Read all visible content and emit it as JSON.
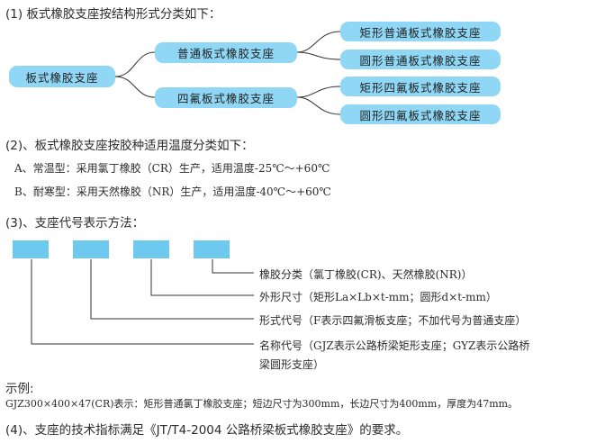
{
  "section1": {
    "heading": "(1) 板式橡胶支座按结构形式分类如下：",
    "root": "板式橡胶支座",
    "branches": [
      {
        "label": "普通板式橡胶支座",
        "children": [
          "矩形普通板式橡胶支座",
          "圆形普通板式橡胶支座"
        ]
      },
      {
        "label": "四氟板式橡胶支座",
        "children": [
          "矩形四氟板式橡胶支座",
          "圆形四氟板式橡胶支座"
        ]
      }
    ]
  },
  "section2": {
    "heading": "(2)、板式橡胶支座按胶种适用温度分类如下：",
    "lines": [
      "A、常温型：采用氯丁橡胶（CR）生产，适用温度-25℃～+60℃",
      "B、耐寒型：采用天然橡胶（NR）生产，适用温度-40℃～+60℃"
    ]
  },
  "section3": {
    "heading": "(3)、支座代号表示方法：",
    "items": [
      "橡胶分类（氯丁橡胶(CR)、天然橡胶(NR)）",
      "外形尺寸（矩形La×Lb×t-mm；圆形d×t-mm）",
      "形式代号（F表示四氟滑板支座；不加代号为普通支座）",
      "名称代号（GJZ表示公路桥梁矩形支座；GYZ表示公路桥",
      "梁圆形支座）"
    ]
  },
  "example": {
    "label": "示例:",
    "text": "GJZ300×400×47(CR)表示：矩形普通氯丁橡胶支座；短边尺寸为300mm，长边尺寸为400mm，厚度为47mm。"
  },
  "section4": {
    "heading": "(4)、支座的技术指标满足《JT/T4-2004 公路桥梁板式橡胶支座》的要求。"
  },
  "colors": {
    "box": "#8fd7f4",
    "code_box": "#6ec9ef",
    "line": "#333333"
  }
}
